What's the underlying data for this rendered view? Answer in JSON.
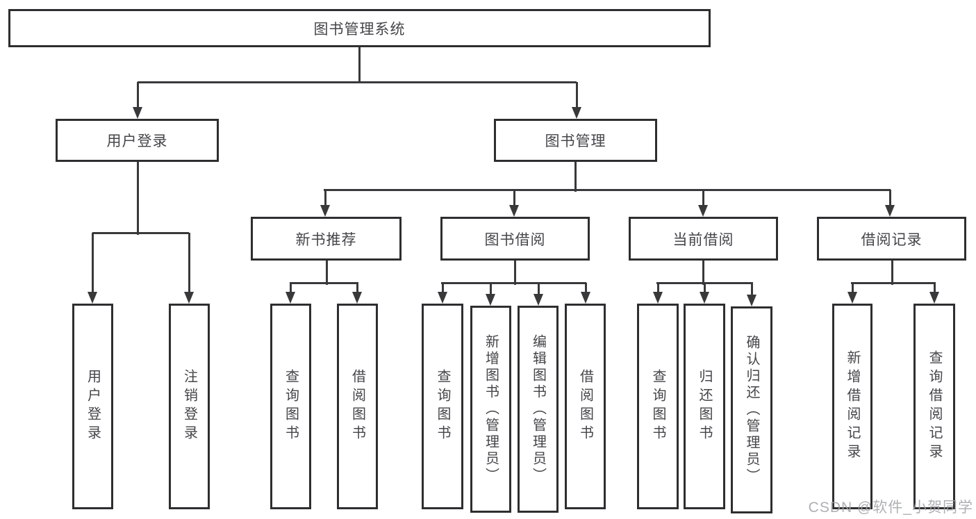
{
  "diagram": {
    "root": {
      "label": "图书管理系统"
    },
    "branches": {
      "user_login": {
        "label": "用户登录",
        "children": {
          "login": {
            "label": "用户登录"
          },
          "logout": {
            "label": "注销登录"
          }
        }
      },
      "book_management": {
        "label": "图书管理",
        "children": {
          "new_book_recommend": {
            "label": "新书推荐",
            "children": {
              "query_books": {
                "label": "查询图书"
              },
              "borrow_books": {
                "label": "借阅图书"
              }
            }
          },
          "book_borrow": {
            "label": "图书借阅",
            "children": {
              "query_books": {
                "label": "查询图书"
              },
              "add_books": {
                "label": "新增图书（管理员）"
              },
              "edit_books": {
                "label": "编辑图书（管理员）"
              },
              "borrow_books": {
                "label": "借阅图书"
              }
            }
          },
          "current_borrow": {
            "label": "当前借阅",
            "children": {
              "query_books": {
                "label": "查询图书"
              },
              "return_books": {
                "label": "归还图书"
              },
              "confirm_return": {
                "label": "确认归还（管理员）"
              }
            }
          },
          "borrow_record": {
            "label": "借阅记录",
            "children": {
              "add_record": {
                "label": "新增借阅记录"
              },
              "query_record": {
                "label": "查询借阅记录"
              }
            }
          }
        }
      }
    }
  },
  "watermark": {
    "text": "CSDN @软件_小贺同学"
  },
  "colors": {
    "line": "#39393b",
    "border": "#2e2e30",
    "text": "#45454a",
    "watermark": "#9fa3a7",
    "background": "#ffffff"
  }
}
